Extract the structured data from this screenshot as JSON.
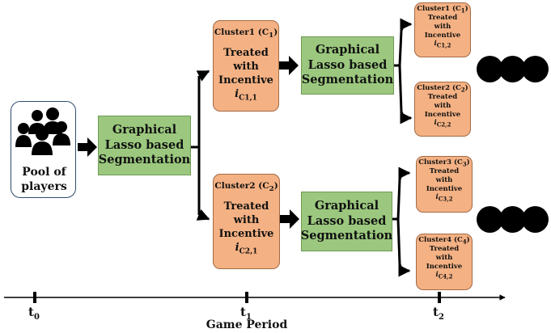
{
  "pool": {
    "label_line1": "Pool of",
    "label_line2": "players",
    "icon": "people-group-icon"
  },
  "segmentation_box": {
    "line1": "Graphical",
    "line2": "Lasso based",
    "line3": "Segmentation"
  },
  "level1_clusters": [
    {
      "header": "Cluster1 (C",
      "sub": "1",
      "body1": "Treated",
      "body2": "with",
      "body3": "Incentive",
      "inc_letter": "i",
      "inc_sub": "C1,1"
    },
    {
      "header": "Cluster2 (C",
      "sub": "2",
      "body1": "Treated",
      "body2": "with",
      "body3": "Incentive",
      "inc_letter": "i",
      "inc_sub": "C2,1"
    }
  ],
  "level2_clusters": [
    {
      "header": "Cluster1 (C",
      "sub": "1",
      "body1": "Treated",
      "body2": "with",
      "body3": "Incentive",
      "inc_letter": "i",
      "inc_sub": "C1,2"
    },
    {
      "header": "Cluster2 (C",
      "sub": "2",
      "body1": "Treated",
      "body2": "with",
      "body3": "Incentive",
      "inc_letter": "i",
      "inc_sub": "C2,2"
    },
    {
      "header": "Cluster3 (C",
      "sub": "3",
      "body1": "Treated",
      "body2": "with",
      "body3": "Incentive",
      "inc_letter": "i",
      "inc_sub": "C3,2"
    },
    {
      "header": "Cluster4 (C",
      "sub": "4",
      "body1": "Treated",
      "body2": "with",
      "body3": "Incentive",
      "inc_letter": "i",
      "inc_sub": "C4,2"
    }
  ],
  "timeline": {
    "ticks": [
      {
        "base": "t",
        "sub": "0"
      },
      {
        "base": "t",
        "sub": "1"
      },
      {
        "base": "t",
        "sub": "2"
      }
    ],
    "caption": "Game Period"
  },
  "colors": {
    "green": "#9bc87e",
    "orange": "#f4b183",
    "pool_border": "#2f4b6e",
    "arrow": "#000000"
  }
}
